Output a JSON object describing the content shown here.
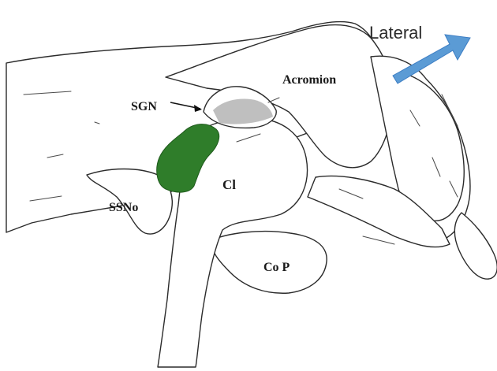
{
  "figure": {
    "labels": {
      "lateral": "Lateral",
      "acromion": "Acromion",
      "sgn": "SGN",
      "cl": "Cl",
      "ssno": "SSNo",
      "cop": "Co P"
    },
    "arrow_icon": "arrow-lateral-icon",
    "colors": {
      "highlight": "#2f7d2a",
      "arrow_fill": "#5b9bd5",
      "arrow_stroke": "#3d7ec4"
    }
  }
}
